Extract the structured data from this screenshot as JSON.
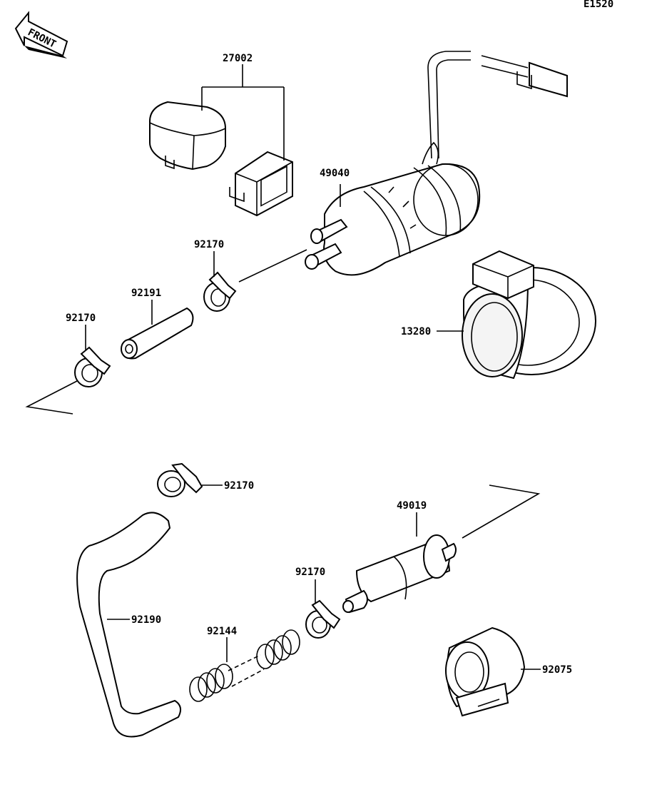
{
  "diagram_code": "E1520",
  "front_label": "FRONT",
  "parts": {
    "relay": "27002",
    "fuel_pump": "49040",
    "pump_bracket": "13280",
    "clamp_a": "92170",
    "hose_short": "92191",
    "clamp_b": "92170",
    "clamp_c": "92170",
    "fuel_filter": "49019",
    "clamp_d": "92170",
    "hose_long": "92190",
    "spring": "92144",
    "filter_holder": "92075"
  }
}
